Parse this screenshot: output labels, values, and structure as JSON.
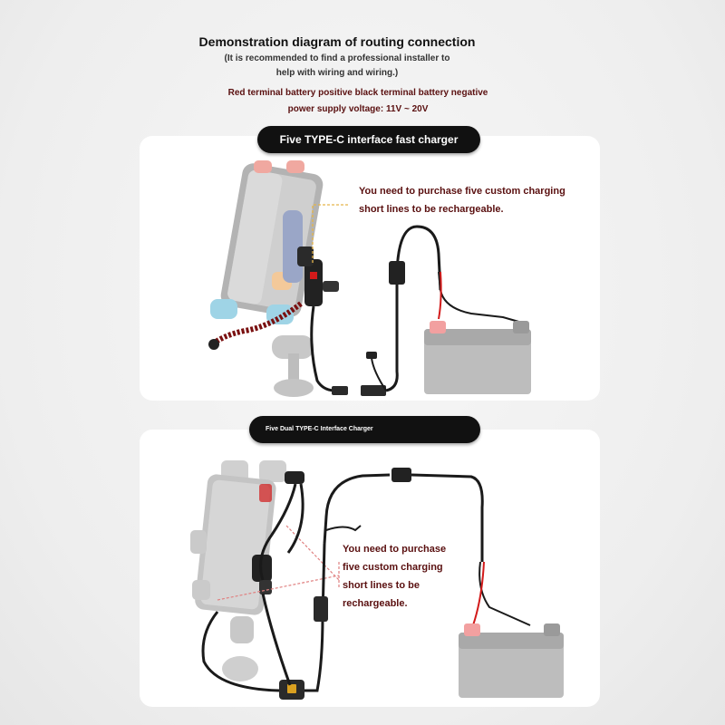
{
  "header": {
    "title": "Demonstration diagram of routing connection",
    "note_line1": "(It is recommended to find a professional installer to",
    "note_line2": "help with wiring and wiring.)",
    "terminals": "Red terminal battery positive black terminal battery negative",
    "voltage": "power supply voltage: 11V ~ 20V"
  },
  "section1": {
    "label": "Five TYPE-C interface fast charger",
    "note_line1": "You need to purchase five custom charging",
    "note_line2": "short lines to be rechargeable."
  },
  "section2": {
    "label": "Five Dual TYPE-C Interface Charger",
    "note_line1": "You need to purchase",
    "note_line2": "five custom charging",
    "note_line3": "short lines to be",
    "note_line4": "rechargeable."
  },
  "colors": {
    "pill_bg": "#111111",
    "note_text": "#5a1010",
    "positive_terminal": "#f2a0a0",
    "battery_body": "#bdbdbd",
    "positive_wire": "#d21a1a",
    "cable": "#1a1a1a"
  }
}
